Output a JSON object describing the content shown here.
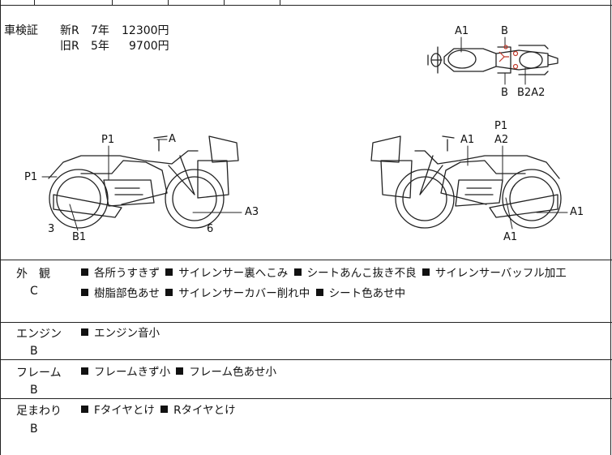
{
  "inspection": {
    "label": "車検証",
    "lines": [
      {
        "type": "新R",
        "years": "7年",
        "amount": "12300円"
      },
      {
        "type": "旧R",
        "years": "5年",
        "amount": "9700円"
      }
    ]
  },
  "diagram_labels": {
    "top_a1": "A1",
    "top_b_top": "B",
    "top_b_bottom": "B",
    "top_b2a2": "B2A2",
    "left_p1_top": "P1",
    "left_a": "A",
    "left_p1_side": "P1",
    "left_a3": "A3",
    "left_3": "3",
    "left_b1": "B1",
    "left_6": "6",
    "right_p1": "P1",
    "right_a1_top": "A1",
    "right_a2": "A2",
    "right_a1_side": "A1",
    "right_a1_bottom": "A1"
  },
  "rows": [
    {
      "category": "外　観",
      "grade": "C",
      "items": [
        "各所うすきず",
        "サイレンサー裏へこみ",
        "シートあんこ抜き不良",
        "サイレンサーバッフル加工",
        "樹脂部色あせ",
        "サイレンサーカバー削れ中",
        "シート色あせ中"
      ]
    },
    {
      "category": "エンジン",
      "grade": "B",
      "items": [
        "エンジン音小"
      ]
    },
    {
      "category": "フレーム",
      "grade": "B",
      "items": [
        "フレームきず小",
        "フレーム色あせ小"
      ]
    },
    {
      "category": "足まわり",
      "grade": "B",
      "items": [
        "Fタイヤとけ",
        "Rタイヤとけ"
      ]
    }
  ],
  "colors": {
    "line": "#222222",
    "damage_mark": "#c0392b"
  }
}
